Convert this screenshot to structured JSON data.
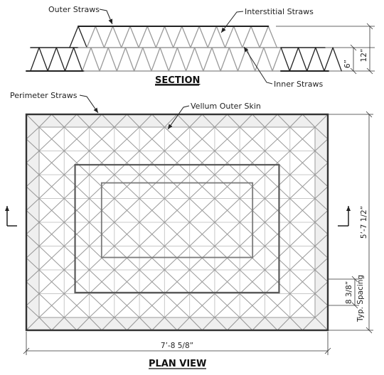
{
  "section": {
    "title": "SECTION",
    "labels": {
      "outer_straws": "Outer Straws",
      "interstitial_straws": "Interstitial Straws",
      "inner_straws": "Inner Straws"
    },
    "dims": {
      "total": "12”",
      "lower": "6”"
    }
  },
  "plan": {
    "title": "PLAN VIEW",
    "labels": {
      "perimeter_straws": "Perimeter Straws",
      "vellum_outer_skin": "Vellum Outer Skin"
    },
    "dims": {
      "width": "7’-8 5/8”",
      "height": "5’-7 1/2”",
      "spacing": "8 3/8”",
      "spacing_note": "Typ. Spacing"
    },
    "grid": {
      "columns": 11,
      "rows": 8
    }
  },
  "colors": {
    "outer": "#222222",
    "inner": "#9a9a9a",
    "light": "#c8c8c8",
    "fill": "#efefef"
  }
}
